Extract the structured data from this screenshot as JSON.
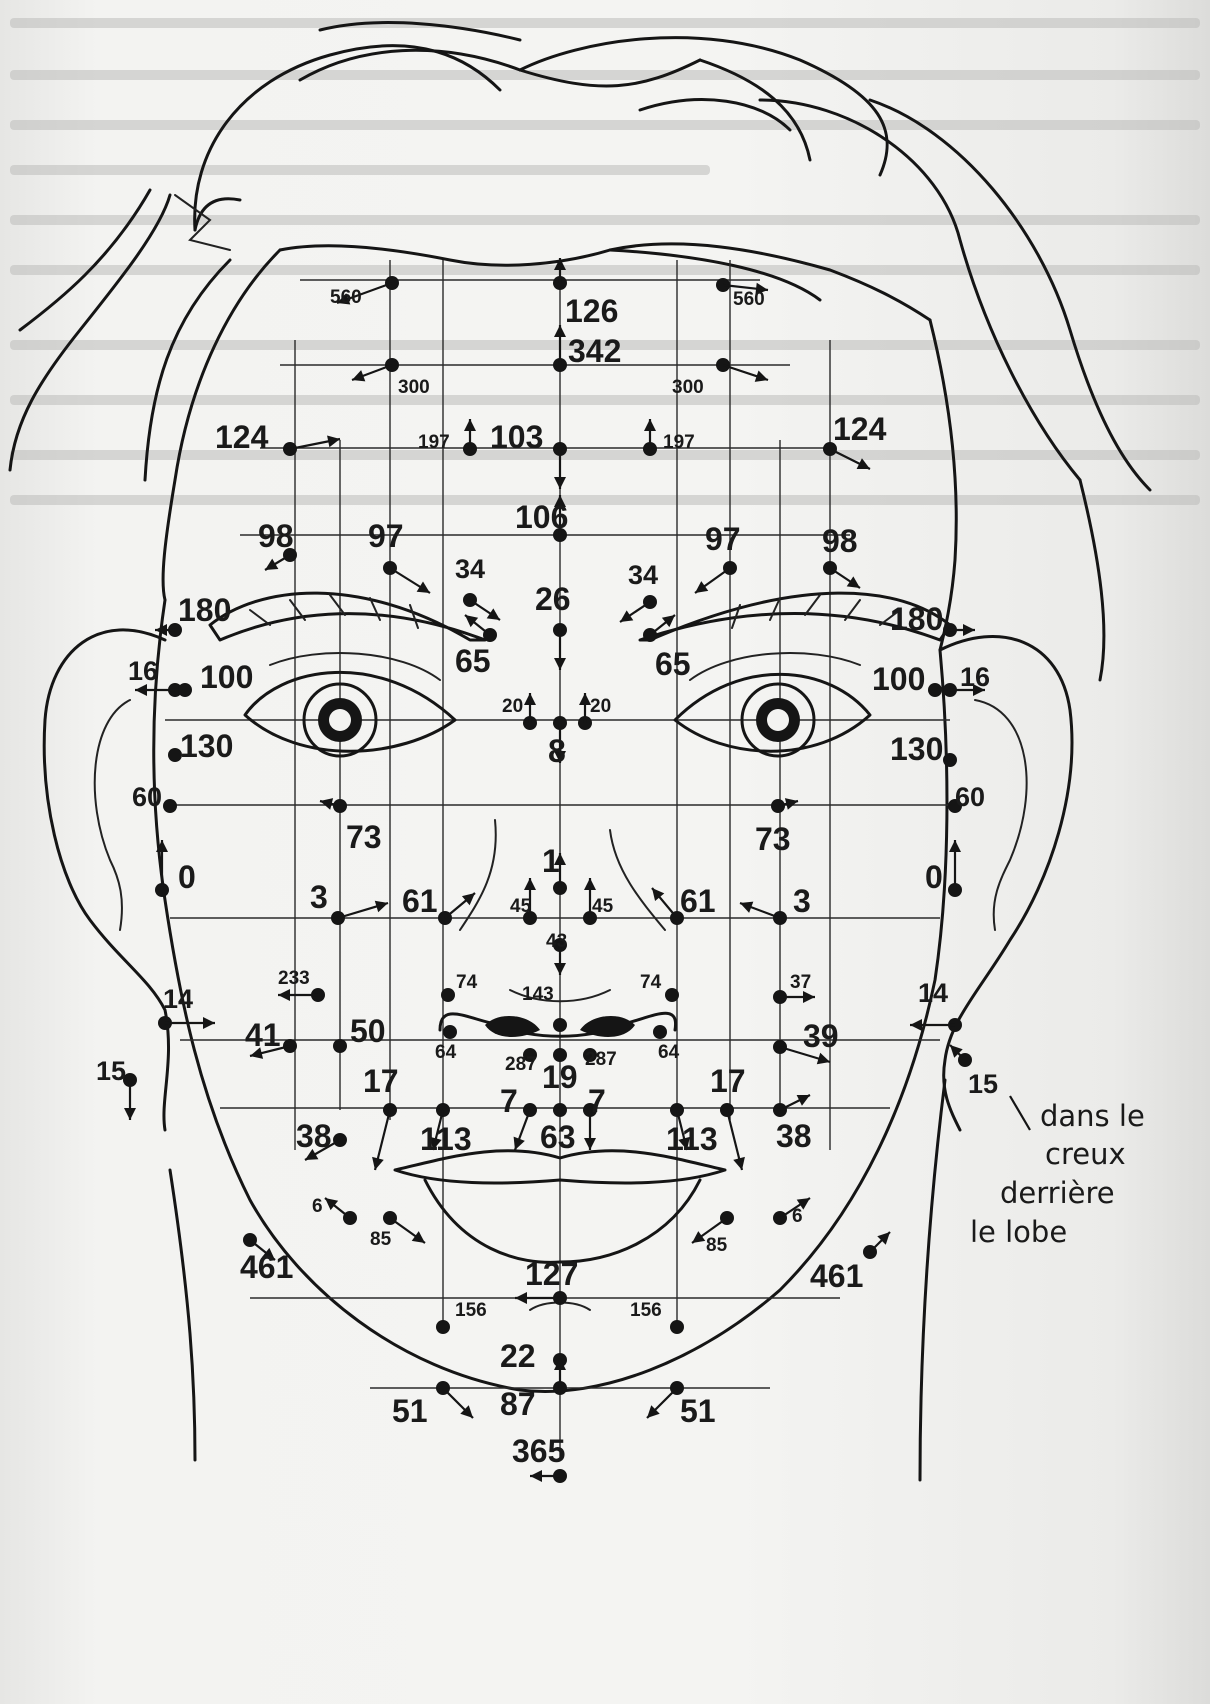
{
  "points": [
    {
      "label": "560",
      "side": "left"
    },
    {
      "label": "126",
      "side": "center"
    },
    {
      "label": "560",
      "side": "right"
    },
    {
      "label": "342",
      "side": "center"
    },
    {
      "label": "300",
      "side": "left"
    },
    {
      "label": "300",
      "side": "right"
    },
    {
      "label": "124",
      "side": "left"
    },
    {
      "label": "197",
      "side": "left"
    },
    {
      "label": "103",
      "side": "center"
    },
    {
      "label": "197",
      "side": "right"
    },
    {
      "label": "124",
      "side": "right"
    },
    {
      "label": "106",
      "side": "center"
    },
    {
      "label": "98",
      "side": "left"
    },
    {
      "label": "97",
      "side": "left"
    },
    {
      "label": "97",
      "side": "right"
    },
    {
      "label": "98",
      "side": "right"
    },
    {
      "label": "34",
      "side": "left"
    },
    {
      "label": "34",
      "side": "right"
    },
    {
      "label": "26",
      "side": "center"
    },
    {
      "label": "180",
      "side": "left"
    },
    {
      "label": "180",
      "side": "right"
    },
    {
      "label": "65",
      "side": "left"
    },
    {
      "label": "65",
      "side": "right"
    },
    {
      "label": "16",
      "side": "left"
    },
    {
      "label": "100",
      "side": "left"
    },
    {
      "label": "100",
      "side": "right"
    },
    {
      "label": "16",
      "side": "right"
    },
    {
      "label": "20",
      "side": "left"
    },
    {
      "label": "20",
      "side": "right"
    },
    {
      "label": "8",
      "side": "center"
    },
    {
      "label": "130",
      "side": "left"
    },
    {
      "label": "130",
      "side": "right"
    },
    {
      "label": "60",
      "side": "left"
    },
    {
      "label": "60",
      "side": "right"
    },
    {
      "label": "73",
      "side": "left"
    },
    {
      "label": "73",
      "side": "right"
    },
    {
      "label": "0",
      "side": "left"
    },
    {
      "label": "0",
      "side": "right"
    },
    {
      "label": "1",
      "side": "center"
    },
    {
      "label": "45",
      "side": "left"
    },
    {
      "label": "45",
      "side": "right"
    },
    {
      "label": "3",
      "side": "left"
    },
    {
      "label": "61",
      "side": "left"
    },
    {
      "label": "61",
      "side": "right"
    },
    {
      "label": "3",
      "side": "right"
    },
    {
      "label": "43",
      "side": "center"
    },
    {
      "label": "233",
      "side": "left"
    },
    {
      "label": "74",
      "side": "left"
    },
    {
      "label": "74",
      "side": "right"
    },
    {
      "label": "37",
      "side": "right"
    },
    {
      "label": "143",
      "side": "center"
    },
    {
      "label": "14",
      "side": "left"
    },
    {
      "label": "14",
      "side": "right"
    },
    {
      "label": "41",
      "side": "left"
    },
    {
      "label": "50",
      "side": "left"
    },
    {
      "label": "39",
      "side": "right"
    },
    {
      "label": "64",
      "side": "left"
    },
    {
      "label": "287",
      "side": "left"
    },
    {
      "label": "287",
      "side": "right"
    },
    {
      "label": "64",
      "side": "right"
    },
    {
      "label": "15",
      "side": "left"
    },
    {
      "label": "15",
      "side": "right"
    },
    {
      "label": "19",
      "side": "center"
    },
    {
      "label": "17",
      "side": "left"
    },
    {
      "label": "17",
      "side": "right"
    },
    {
      "label": "7",
      "side": "left"
    },
    {
      "label": "7",
      "side": "right"
    },
    {
      "label": "38",
      "side": "left"
    },
    {
      "label": "113",
      "side": "left"
    },
    {
      "label": "63",
      "side": "center"
    },
    {
      "label": "113",
      "side": "right"
    },
    {
      "label": "38",
      "side": "right"
    },
    {
      "label": "6",
      "side": "left"
    },
    {
      "label": "85",
      "side": "left"
    },
    {
      "label": "85",
      "side": "right"
    },
    {
      "label": "6",
      "side": "right"
    },
    {
      "label": "461",
      "side": "left"
    },
    {
      "label": "127",
      "side": "center"
    },
    {
      "label": "461",
      "side": "right"
    },
    {
      "label": "156",
      "side": "left"
    },
    {
      "label": "156",
      "side": "right"
    },
    {
      "label": "22",
      "side": "center"
    },
    {
      "label": "51",
      "side": "left"
    },
    {
      "label": "87",
      "side": "center"
    },
    {
      "label": "51",
      "side": "right"
    },
    {
      "label": "365",
      "side": "center"
    }
  ],
  "annotation": {
    "lines": [
      "dans le",
      "creux",
      "derrière",
      "le lobe"
    ]
  },
  "colors": {
    "ink": "#151515",
    "paper": "#f1f1ef"
  }
}
